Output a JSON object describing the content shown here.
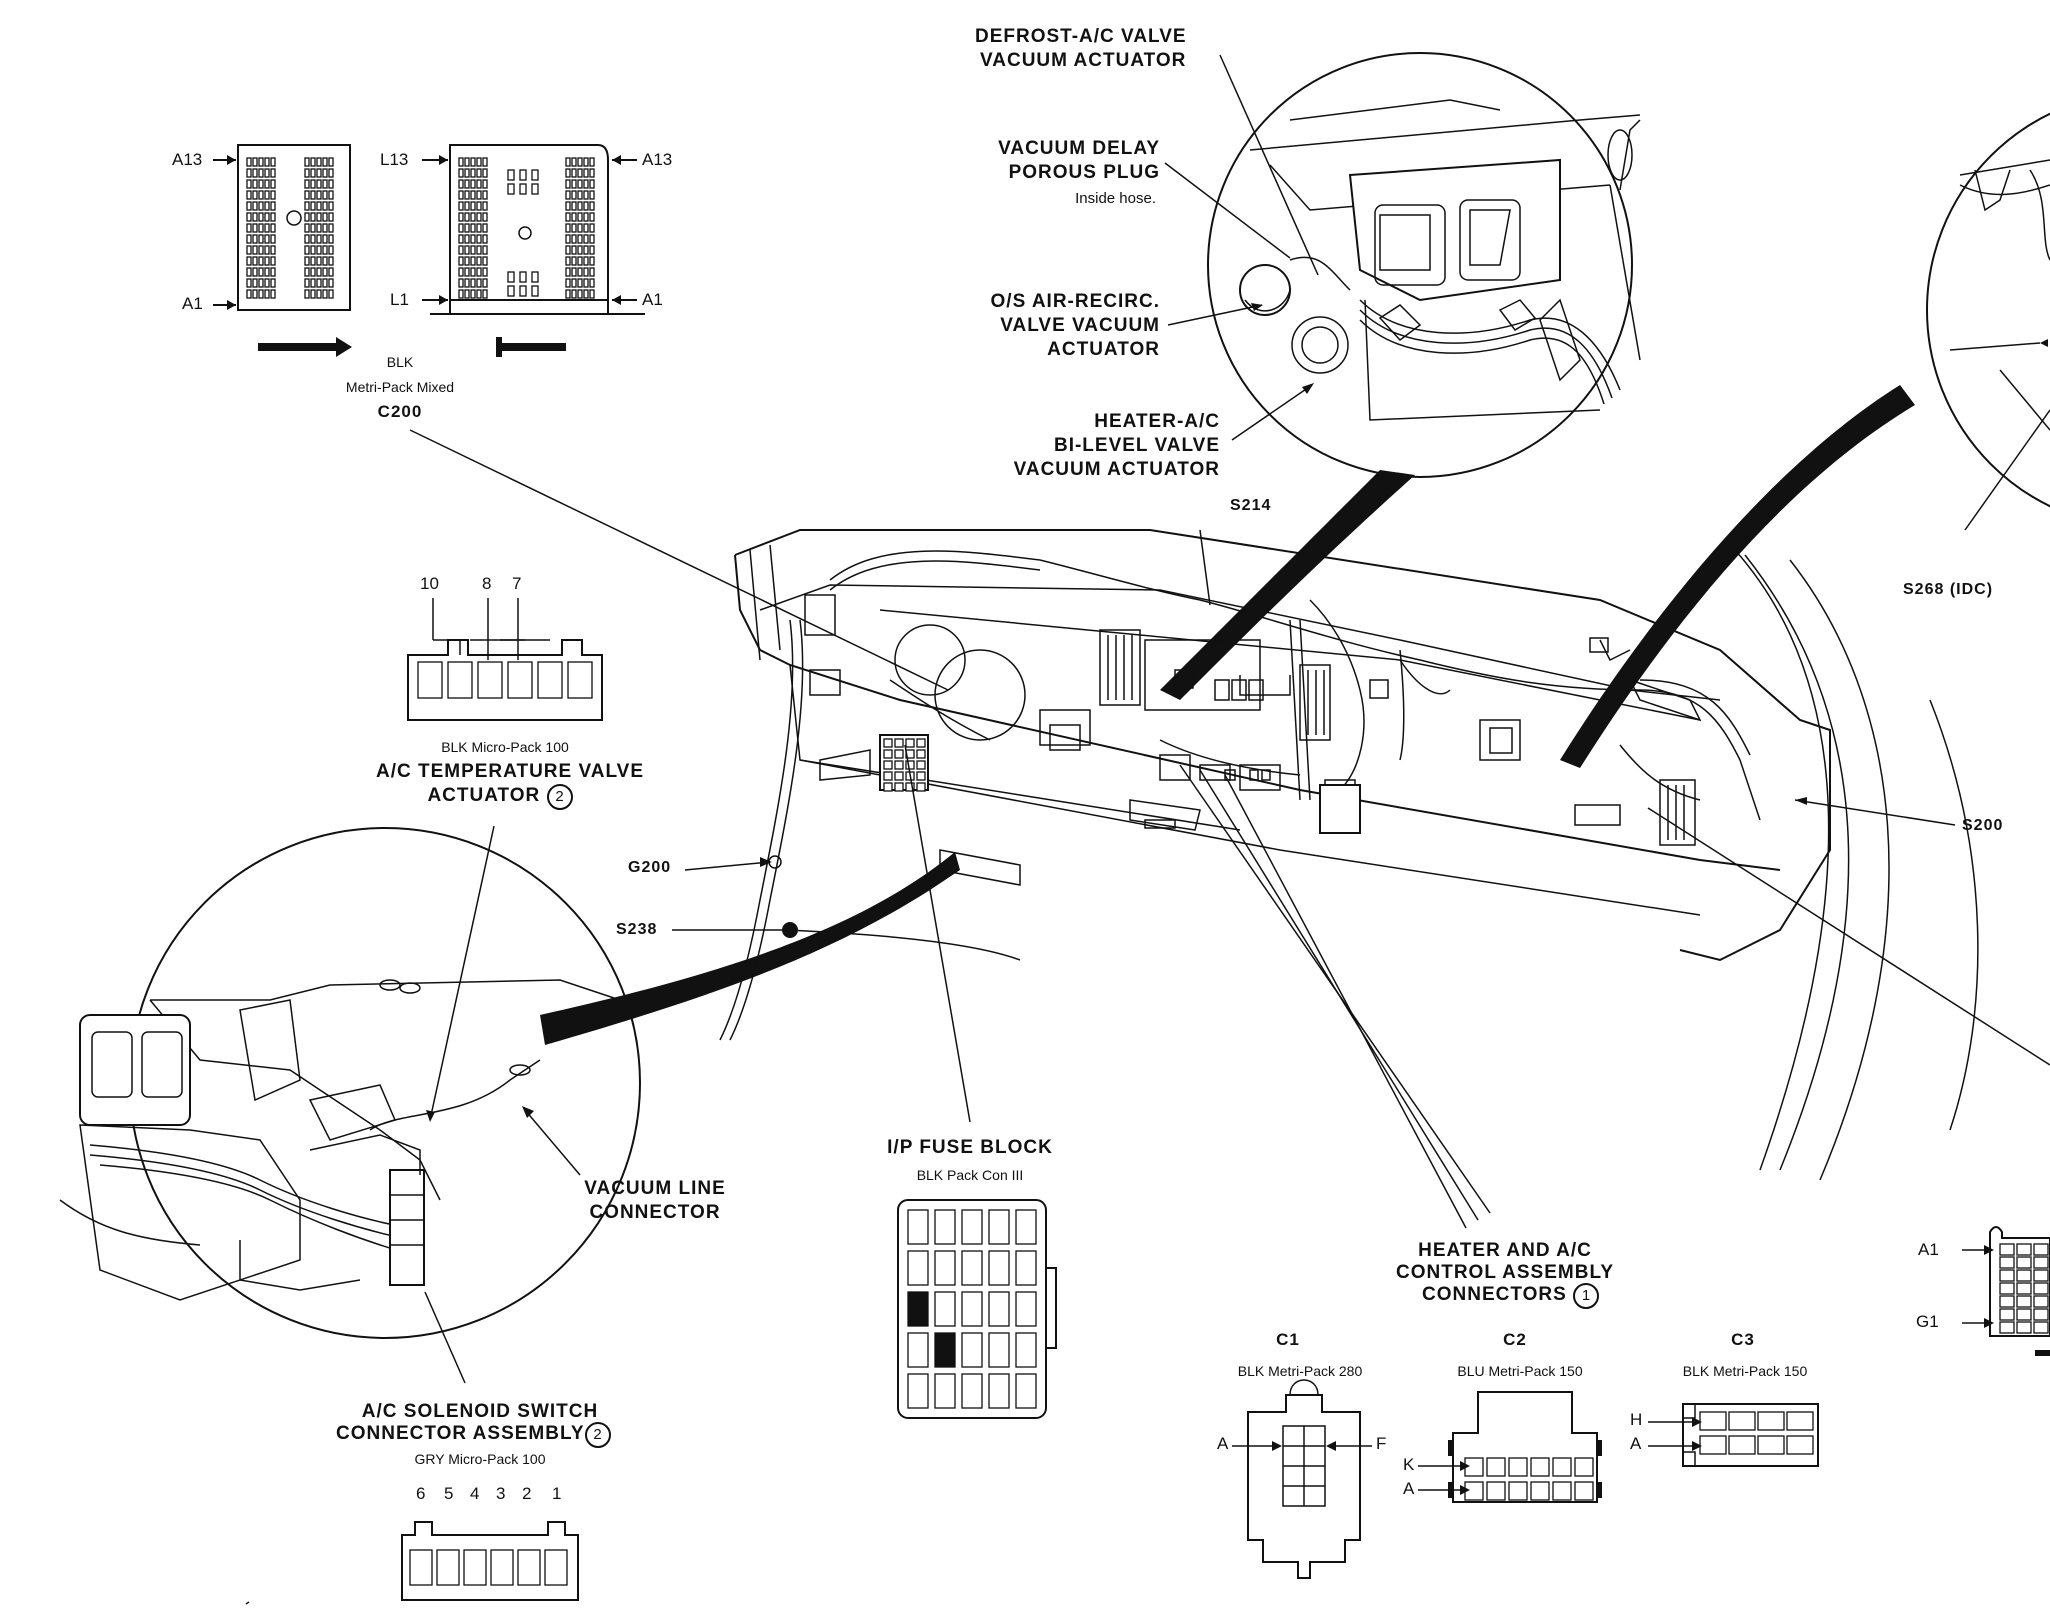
{
  "labels": {
    "defrost": [
      "DEFROST-A/C VALVE",
      "VACUUM ACTUATOR"
    ],
    "vacuum_delay": [
      "VACUUM  DELAY",
      "POROUS PLUG"
    ],
    "vacuum_delay_note": "Inside hose.",
    "os_air": [
      "O/S AIR-RECIRC.",
      "VALVE  VACUUM",
      "ACTUATOR"
    ],
    "heater_bilevel": [
      "HEATER-A/C",
      "BI-LEVEL VALVE",
      "VACUUM  ACTUATOR"
    ],
    "s214": "S214",
    "s268": "S268 (IDC)",
    "s200": "S200",
    "g200": "G200",
    "s238": "S238",
    "c200_color": "BLK",
    "c200_type": "Metri-Pack Mixed",
    "c200": "C200",
    "temp_valve_type": "BLK Micro-Pack 100",
    "temp_valve": [
      "A/C TEMPERATURE VALVE",
      "ACTUATOR"
    ],
    "temp_valve_note": "2",
    "vacuum_line": [
      "VACUUM LINE",
      "CONNECTOR"
    ],
    "fuse_block": "I/P FUSE BLOCK",
    "fuse_block_type": "BLK Pack Con III",
    "heater_control": [
      "HEATER AND A/C",
      "CONTROL ASSEMBLY",
      "CONNECTORS"
    ],
    "heater_control_note": "1",
    "solenoid": [
      "A/C SOLENOID SWITCH",
      "CONNECTOR ASSEMBLY"
    ],
    "solenoid_note": "2",
    "solenoid_type": "GRY Micro-Pack 100",
    "c1": "C1",
    "c1_type": "BLK Metri-Pack 280",
    "c2": "C2",
    "c2_type": "BLU Metri-Pack 150",
    "c3": "C3",
    "c3_type": "BLK Metri-Pack 150"
  },
  "pins": {
    "c200_left_top": "A13",
    "c200_left_bottom": "A1",
    "c200_mid_top": "L13",
    "c200_mid_bottom": "L1",
    "c200_right_top": "A13",
    "c200_right_bottom": "A1",
    "temp_valve_pins": [
      "10",
      "8",
      "7"
    ],
    "solenoid_pins": [
      "6",
      "5",
      "4",
      "3",
      "2",
      "1"
    ],
    "c1_left": "A",
    "c1_right": "F",
    "c2_top": "K",
    "c2_bottom": "A",
    "c3_top": "H",
    "c3_bottom": "A",
    "edge_top": "A1",
    "edge_bottom": "G1"
  }
}
